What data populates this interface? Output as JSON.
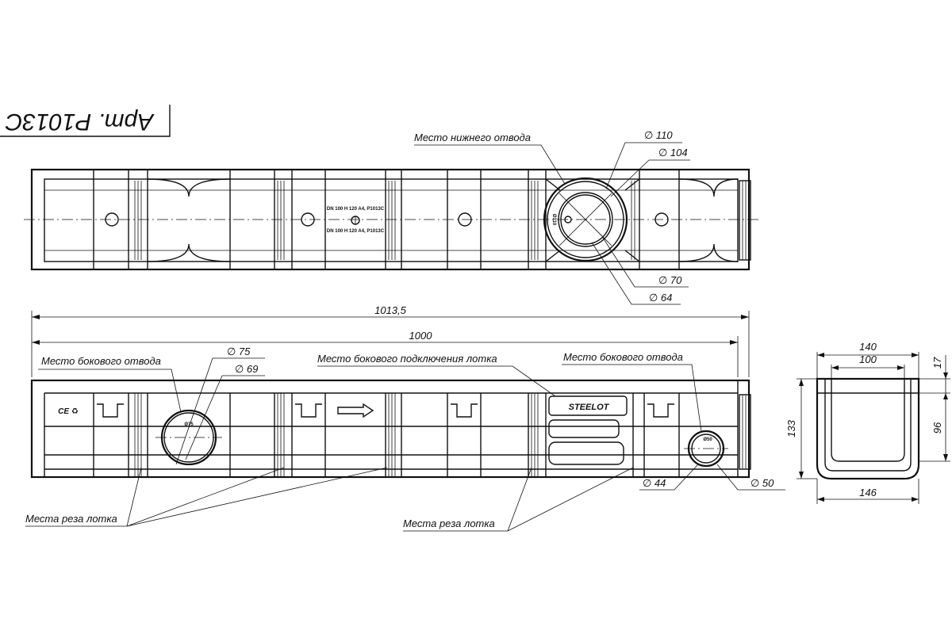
{
  "article": {
    "text": "Арт. Р1013С"
  },
  "top_view": {
    "bottom_outlet_label": "Место нижнего отвода",
    "marking_line_1": "DN 100 H 120 A4, P1013С",
    "marking_line_2": "DN 100 H 120 A4, P1013С",
    "outlet_mark": "Ø110",
    "dims": {
      "d110": "∅ 110",
      "d104": "∅ 104",
      "d70": "∅ 70",
      "d64": "∅ 64"
    }
  },
  "side_view": {
    "total_length": "1013,5",
    "length": "1000",
    "side_outlet_left_label": "Место бокового отвода",
    "side_connection_label": "Место бокового подключения лотка",
    "side_outlet_right_label": "Место бокового отвода",
    "cut_label_left": "Места реза лотка",
    "cut_label_right": "Места реза лотка",
    "brand": "STEELOT",
    "ce_mark": "CE ♻",
    "left_hole_mark": "Ø75",
    "right_hole_mark": "Ø50",
    "dims": {
      "d75": "∅ 75",
      "d69": "∅ 69",
      "d44": "∅ 44",
      "d50": "∅ 50"
    }
  },
  "section": {
    "width_top": "140",
    "width_inner": "100",
    "width_bottom": "146",
    "height": "133",
    "depth": "96",
    "rim": "17"
  }
}
